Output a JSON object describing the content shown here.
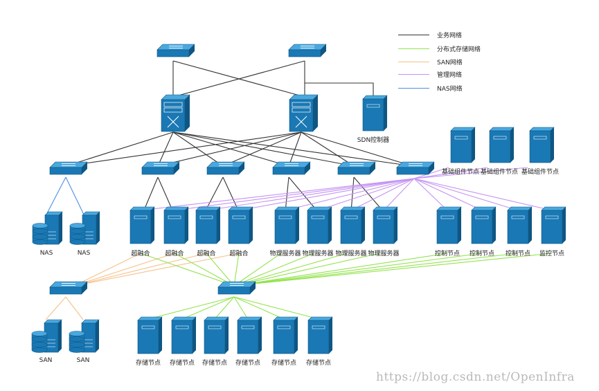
{
  "legend": [
    {
      "label": "业务网络",
      "color": "#333333"
    },
    {
      "label": "分布式存储网络",
      "color": "#93e34e"
    },
    {
      "label": "SAN网络",
      "color": "#f7c08a"
    },
    {
      "label": "管理网络",
      "color": "#c493f2"
    },
    {
      "label": "NAS网络",
      "color": "#4a90e2"
    }
  ],
  "colors": {
    "device": "#1a78b4",
    "device_dark": "#0f5683",
    "device_light": "#4aa8de"
  },
  "labels": {
    "sdn": "SDN控制器",
    "base": [
      "基础组件节点",
      "基础组件节点",
      "基础组件节点"
    ],
    "nas": [
      "NAS",
      "NAS"
    ],
    "hci": [
      "超融合",
      "超融合",
      "超融合",
      "超融合"
    ],
    "phys": [
      "物理服务器",
      "物理服务器",
      "物理服务器",
      "物理服务器"
    ],
    "ctrl": [
      "控制节点",
      "控制节点",
      "控制节点"
    ],
    "monitor": "监控节点",
    "san": [
      "SAN",
      "SAN"
    ],
    "storage": [
      "存储节点",
      "存储节点",
      "存储节点",
      "存储节点",
      "存储节点",
      "存储节点"
    ]
  },
  "watermark": "https://blog.csdn.net/OpenInfra"
}
